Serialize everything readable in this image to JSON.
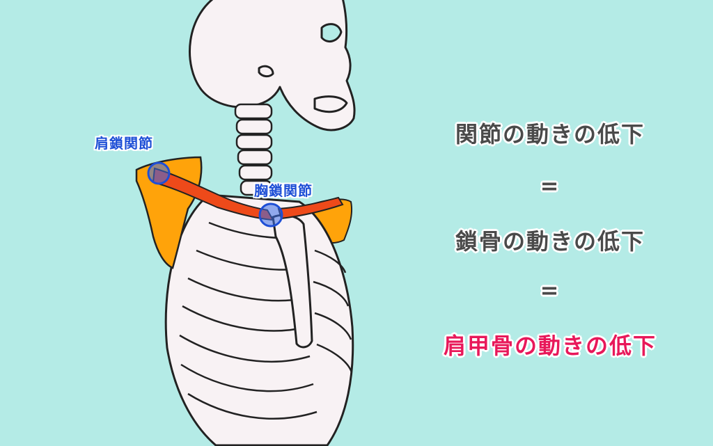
{
  "labels": {
    "acromioclavicular": "肩鎖関節",
    "sternoclavicular": "胸鎖関節"
  },
  "statements": [
    "関節の動きの低下",
    "=",
    "鎖骨の動きの低下",
    "=",
    "肩甲骨の動きの低下"
  ],
  "colors": {
    "background": "#b4ebe6",
    "bone": "#f8f2f4",
    "scapula": "#ffa30a",
    "clavicle": "#ee4a1a",
    "joint_marker": "#1e4fd6",
    "text_dark": "#4a4a4a",
    "text_accent": "#e8185a"
  }
}
